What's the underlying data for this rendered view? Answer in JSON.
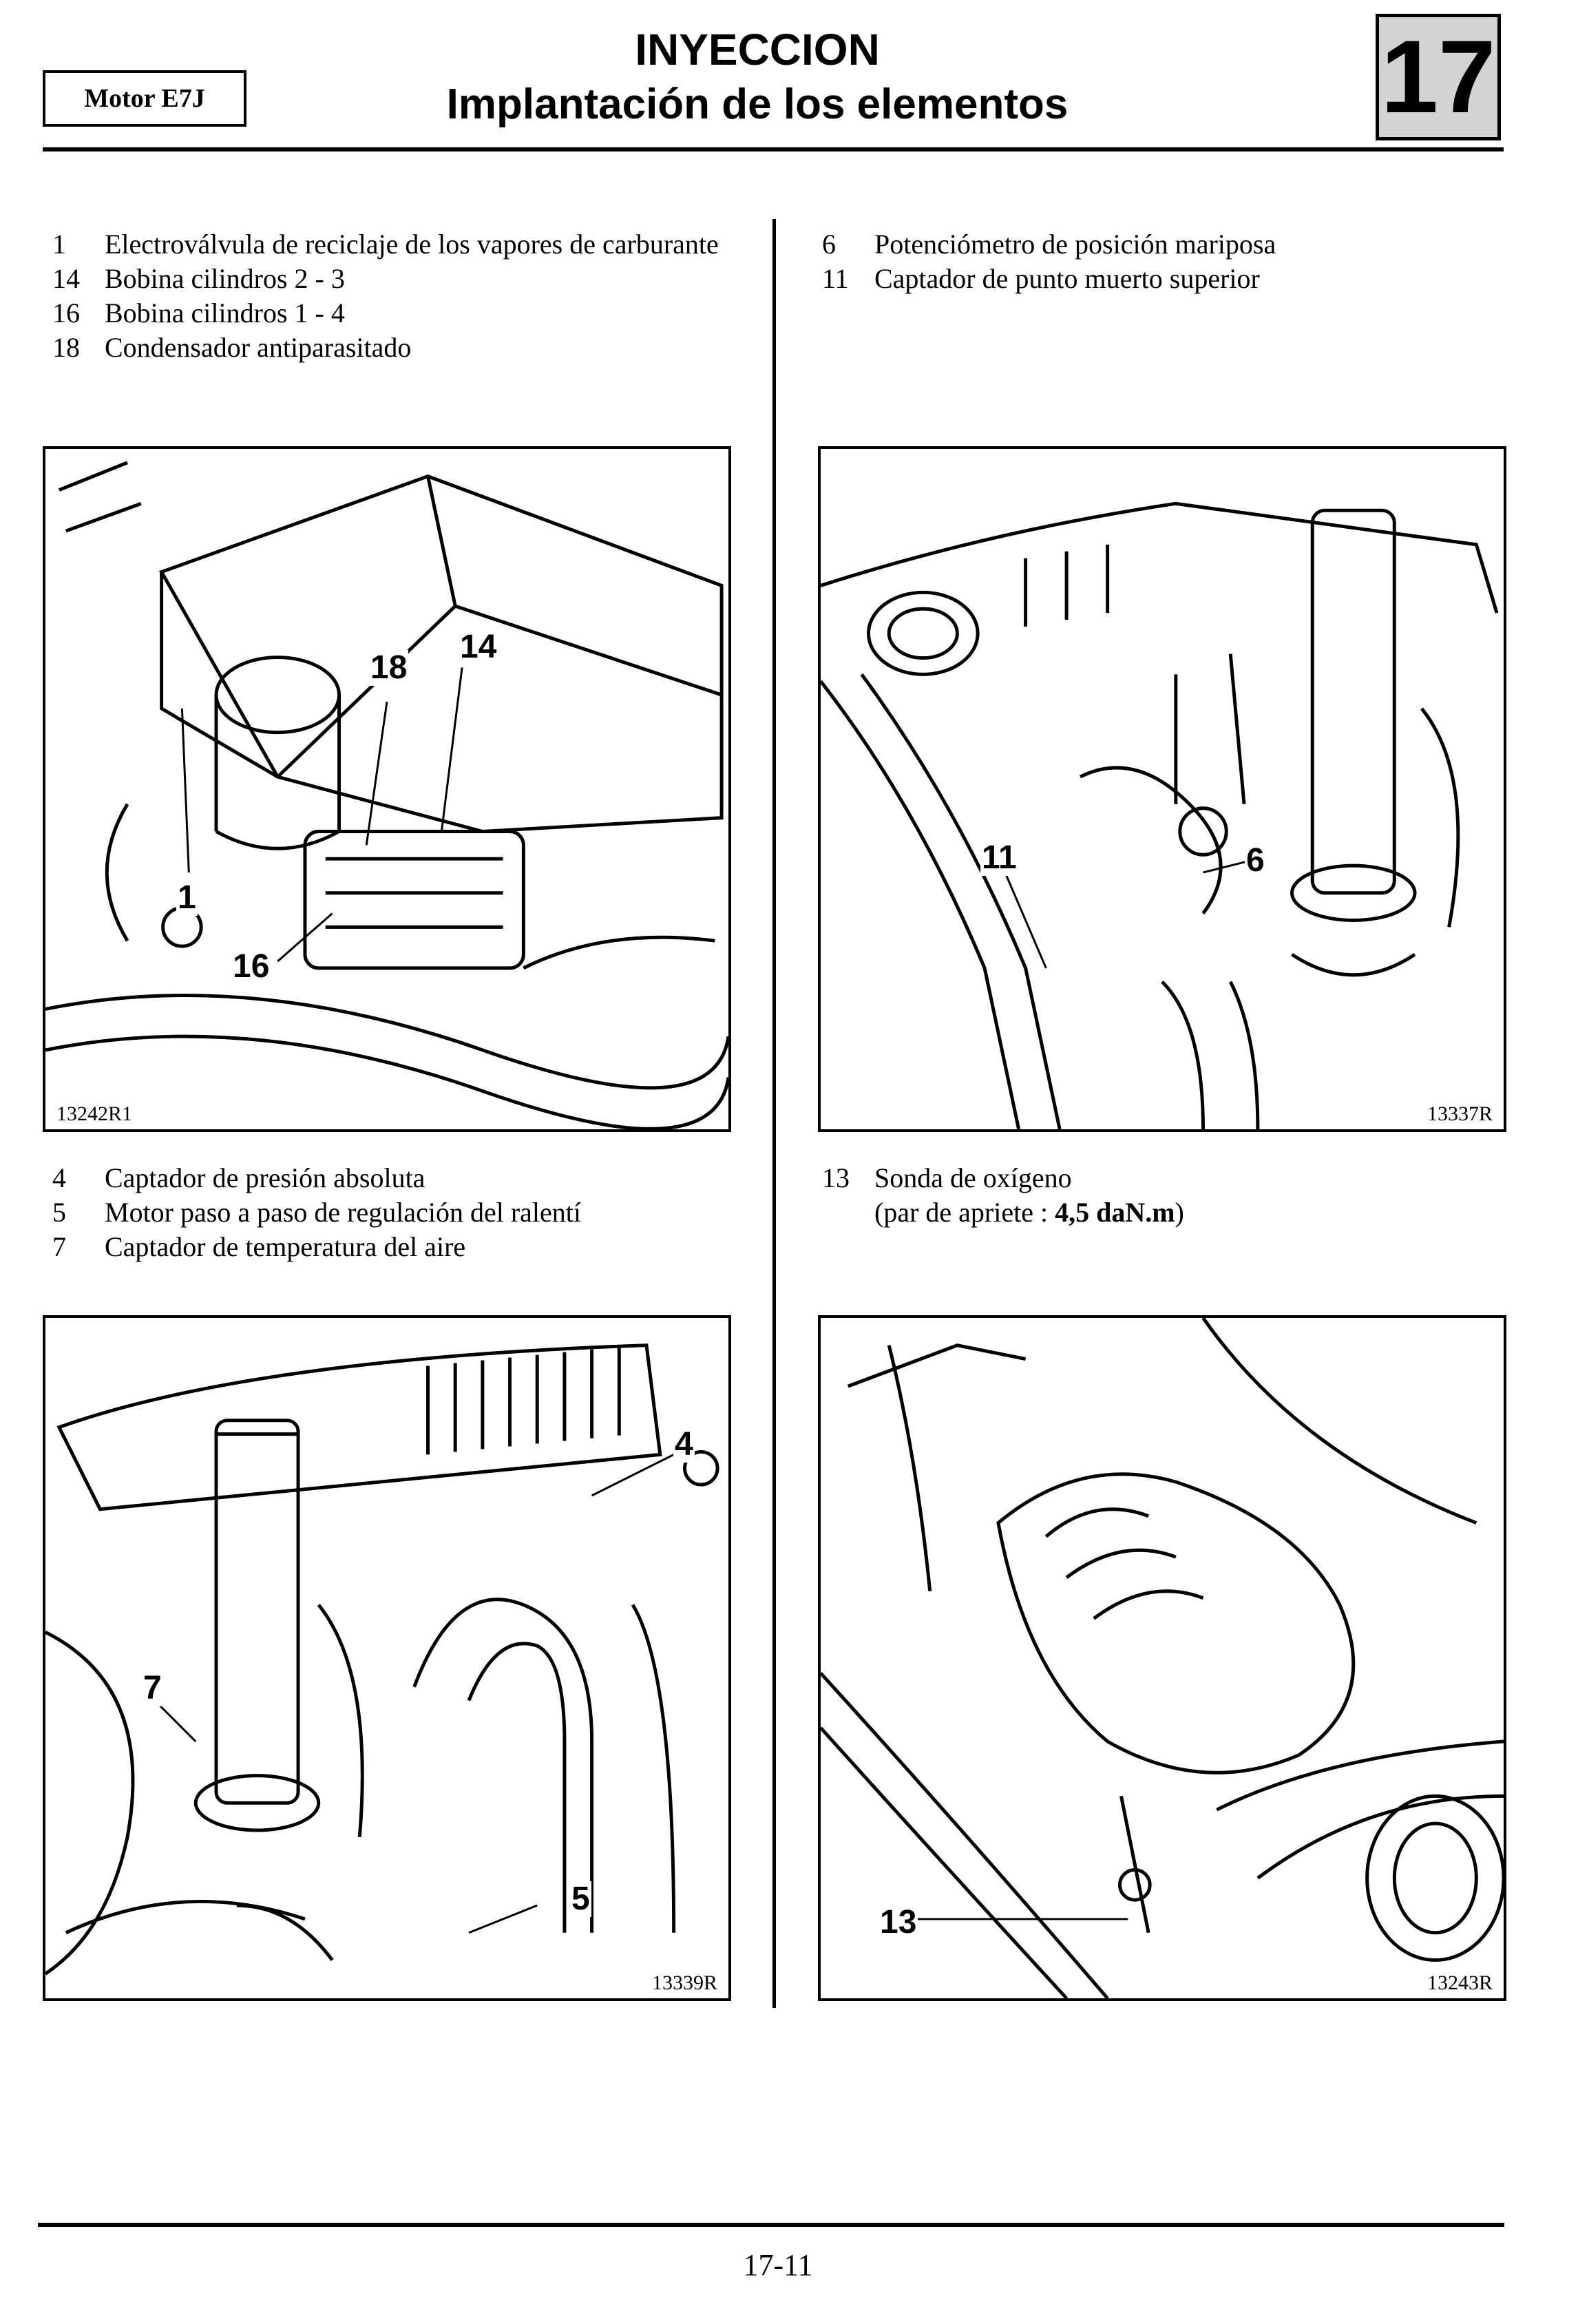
{
  "header": {
    "motor": "Motor E7J",
    "title": "INYECCION",
    "subtitle": "Implantación de los elementos",
    "chapter": "17"
  },
  "sections": {
    "top_left": {
      "items": [
        {
          "num": "1",
          "text": "Electroválvula de reciclaje de los vapores de carburante"
        },
        {
          "num": "14",
          "text": "Bobina cilindros 2 - 3"
        },
        {
          "num": "16",
          "text": "Bobina cilindros 1 - 4"
        },
        {
          "num": "18",
          "text": "Condensador antiparasitado"
        }
      ],
      "figure_ref": "13242R1",
      "callouts": [
        "18",
        "14",
        "1",
        "16"
      ]
    },
    "top_right": {
      "items": [
        {
          "num": "6",
          "text": "Potenciómetro de posición mariposa"
        },
        {
          "num": "11",
          "text": "Captador de punto muerto superior"
        }
      ],
      "figure_ref": "13337R",
      "callouts": [
        "11",
        "6"
      ]
    },
    "bottom_left": {
      "items": [
        {
          "num": "4",
          "text": "Captador de presión absoluta"
        },
        {
          "num": "5",
          "text": "Motor paso a paso de regulación del ralentí"
        },
        {
          "num": "7",
          "text": "Captador de temperatura del aire"
        }
      ],
      "figure_ref": "13339R",
      "callouts": [
        "4",
        "7",
        "5"
      ]
    },
    "bottom_right": {
      "items": [
        {
          "num": "13",
          "text": "Sonda de oxígeno",
          "line2_prefix": "(par de apriete : ",
          "line2_bold": "4,5 daN.m",
          "line2_suffix": ")"
        }
      ],
      "figure_ref": "13243R",
      "callouts": [
        "13"
      ]
    }
  },
  "footer": {
    "page_number": "17-11"
  }
}
